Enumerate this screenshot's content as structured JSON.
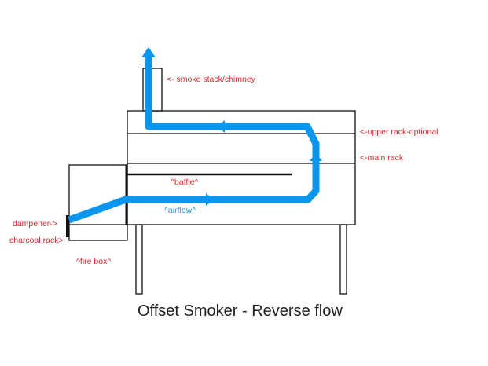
{
  "colors": {
    "flow": "#0a96ee",
    "label_red": "#d9262b",
    "label_blue": "#1a9ad6",
    "outline": "#111111"
  },
  "labels": {
    "smoke_stack": "<- smoke stack/chimney",
    "upper_rack": "<-upper rack-optional",
    "main_rack": "<-main rack",
    "baffle": "^baffle^",
    "airflow": "^airflow^",
    "dampener": "dampener->",
    "charcoal_rack": "charcoal rack>",
    "fire_box": "^fire box^"
  },
  "caption": "Offset Smoker - Reverse flow"
}
